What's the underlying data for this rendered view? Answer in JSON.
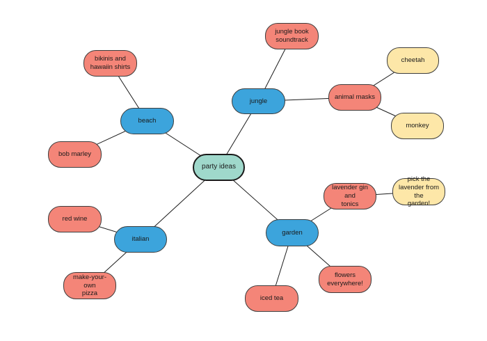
{
  "colors": {
    "root": "#9fd8cb",
    "branch": "#3ca4dc",
    "leaf": "#f48578",
    "subleaf": "#fde7a8",
    "connector": "#1a1a1a"
  },
  "mindmap": {
    "root": {
      "label": "party ideas"
    },
    "branches": {
      "jungle": {
        "label": "jungle",
        "children": {
          "jungle_book": {
            "label": "jungle book\nsoundtrack"
          },
          "animal_masks": {
            "label": "animal masks",
            "children": {
              "cheetah": {
                "label": "cheetah"
              },
              "monkey": {
                "label": "monkey"
              }
            }
          }
        }
      },
      "beach": {
        "label": "beach",
        "children": {
          "bikinis": {
            "label": "bikinis and\nhawaiin shirts"
          },
          "bob_marley": {
            "label": "bob marley"
          }
        }
      },
      "italian": {
        "label": "italian",
        "children": {
          "red_wine": {
            "label": "red wine"
          },
          "pizza": {
            "label": "make-your-own\npizza"
          }
        }
      },
      "garden": {
        "label": "garden",
        "children": {
          "lavender_gin": {
            "label": "lavender gin and\ntonics",
            "children": {
              "pick_lavender": {
                "label": "pick the\nlavender from the\ngarden!"
              }
            }
          },
          "flowers": {
            "label": "flowers\neverywhere!"
          },
          "iced_tea": {
            "label": "iced tea"
          }
        }
      }
    }
  }
}
